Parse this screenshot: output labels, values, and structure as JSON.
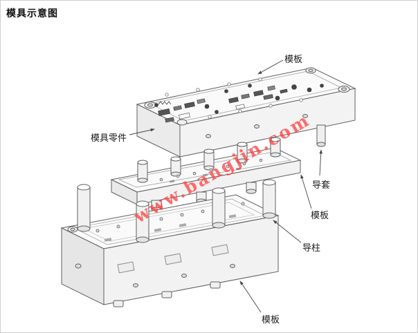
{
  "page": {
    "title": "模具示意图"
  },
  "diagram": {
    "watermark": "www.bangjin.com",
    "labels": [
      {
        "id": "top-plate",
        "text": "模板"
      },
      {
        "id": "mold-parts",
        "text": "模具零件"
      },
      {
        "id": "guide-bushing",
        "text": "导套"
      },
      {
        "id": "middle-plate",
        "text": "模板"
      },
      {
        "id": "guide-pillar",
        "text": "导柱"
      },
      {
        "id": "bottom-plate",
        "text": "模板"
      }
    ],
    "colors": {
      "line": "#5f5f5f",
      "watermark": "#ff3e3e",
      "title": "#111111",
      "background": "#ffffff"
    }
  }
}
